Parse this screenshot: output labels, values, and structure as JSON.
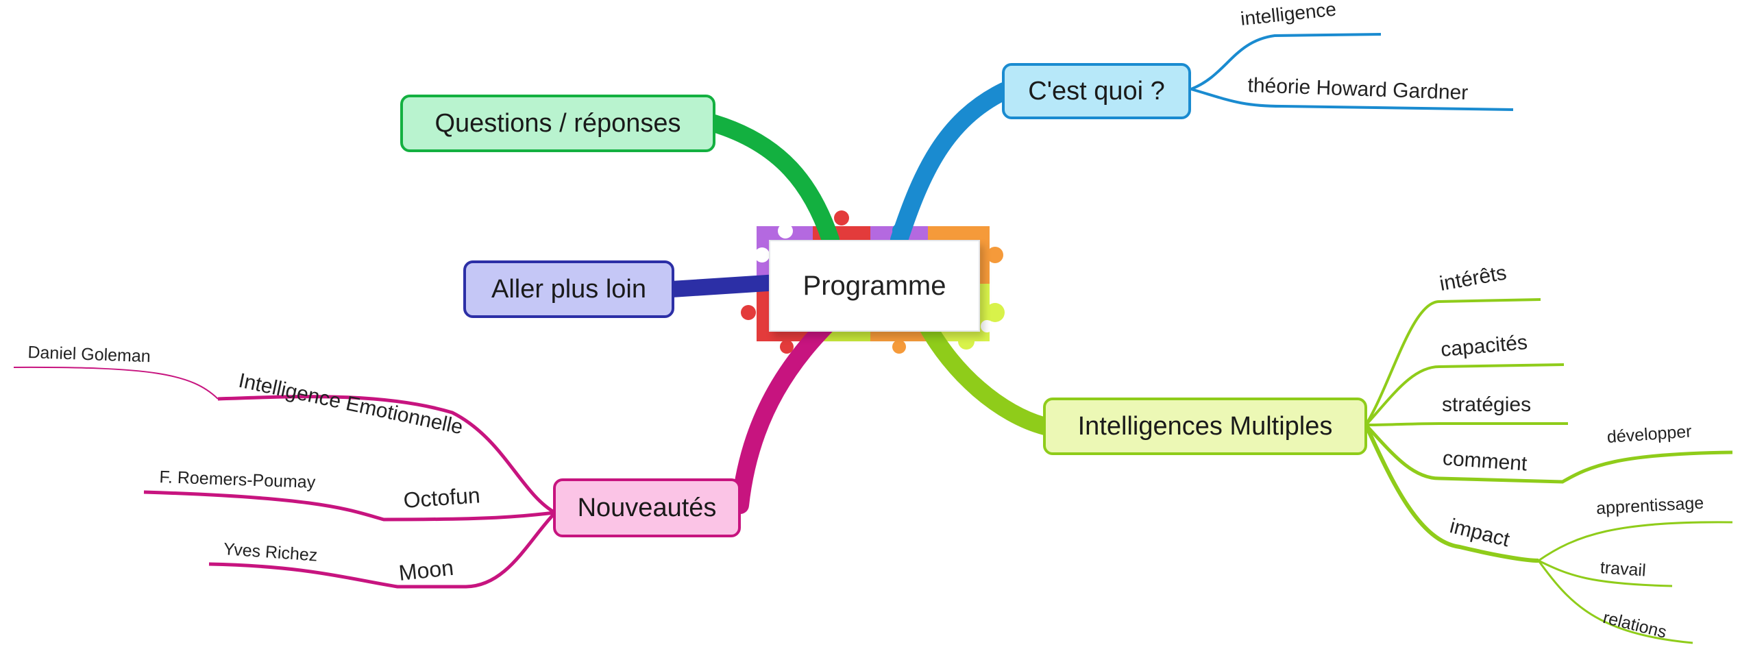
{
  "colors": {
    "quoi": "#1a8bd0",
    "questions": "#13b040",
    "aller": "#2c2fa6",
    "nouveautes": "#c7147f",
    "intelligences": "#8fcc1a"
  },
  "center": {
    "label": "Programme",
    "icon": "puzzle-pieces"
  },
  "branches": {
    "quoi": {
      "label": "C'est quoi ?",
      "children": [
        "intelligence",
        "théorie Howard Gardner"
      ]
    },
    "questions": {
      "label": "Questions / réponses"
    },
    "aller": {
      "label": "Aller plus loin"
    },
    "nouveautes": {
      "label": "Nouveautés",
      "children": [
        {
          "label": "Intelligence Emotionnelle",
          "children": [
            "Daniel Goleman"
          ]
        },
        {
          "label": "Octofun",
          "children": [
            "F. Roemers-Poumay"
          ]
        },
        {
          "label": "Moon",
          "children": [
            "Yves Richez"
          ]
        }
      ]
    },
    "intelligences": {
      "label": "Intelligences Multiples",
      "children": [
        {
          "label": "intérêts"
        },
        {
          "label": "capacités"
        },
        {
          "label": "stratégies"
        },
        {
          "label": "comment",
          "children": [
            "développer"
          ]
        },
        {
          "label": "impact",
          "children": [
            "apprentissage",
            "travail",
            "relations"
          ]
        }
      ]
    }
  }
}
